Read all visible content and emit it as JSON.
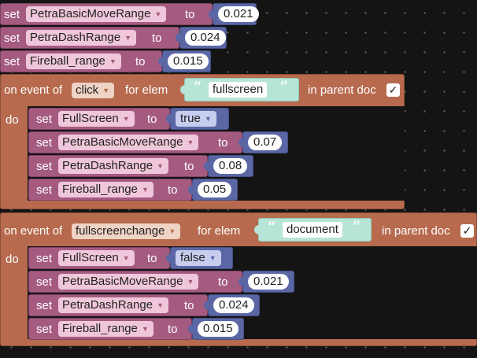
{
  "top_sets": [
    {
      "set": "set",
      "var": "PetraBasicMoveRange",
      "to": "to",
      "value": "0.021"
    },
    {
      "set": "set",
      "var": "PetraDashRange",
      "to": "to",
      "value": "0.024"
    },
    {
      "set": "set",
      "var": "Fireball_range",
      "to": "to",
      "value": "0.015"
    }
  ],
  "event1": {
    "on_event_of": "on event of",
    "event": "click",
    "for_elem": "for elem",
    "elem": "fullscreen",
    "in_parent_doc": "in parent doc",
    "check": "✓",
    "do": "do",
    "fullscreen_set": {
      "set": "set",
      "var": "FullScreen",
      "to": "to",
      "value": "true"
    },
    "sets": [
      {
        "set": "set",
        "var": "PetraBasicMoveRange",
        "to": "to",
        "value": "0.07"
      },
      {
        "set": "set",
        "var": "PetraDashRange",
        "to": "to",
        "value": "0.08"
      },
      {
        "set": "set",
        "var": "Fireball_range",
        "to": "to",
        "value": "0.05"
      }
    ]
  },
  "event2": {
    "on_event_of": "on event of",
    "event": "fullscreenchange",
    "for_elem": "for elem",
    "elem": "document",
    "in_parent_doc": "in parent doc",
    "check": "✓",
    "do": "do",
    "fullscreen_set": {
      "set": "set",
      "var": "FullScreen",
      "to": "to",
      "value": "false"
    },
    "sets": [
      {
        "set": "set",
        "var": "PetraBasicMoveRange",
        "to": "to",
        "value": "0.021"
      },
      {
        "set": "set",
        "var": "PetraDashRange",
        "to": "to",
        "value": "0.024"
      },
      {
        "set": "set",
        "var": "Fireball_range",
        "to": "to",
        "value": "0.015"
      }
    ]
  },
  "icons": {
    "quote_open": "“",
    "quote_close": "”",
    "caret": "▼"
  },
  "colors": {
    "variable_block": "#a55b80",
    "math_block": "#5b67a5",
    "event_block": "#b76a4e",
    "string_block": "#b6e4d7",
    "background": "#141414"
  }
}
